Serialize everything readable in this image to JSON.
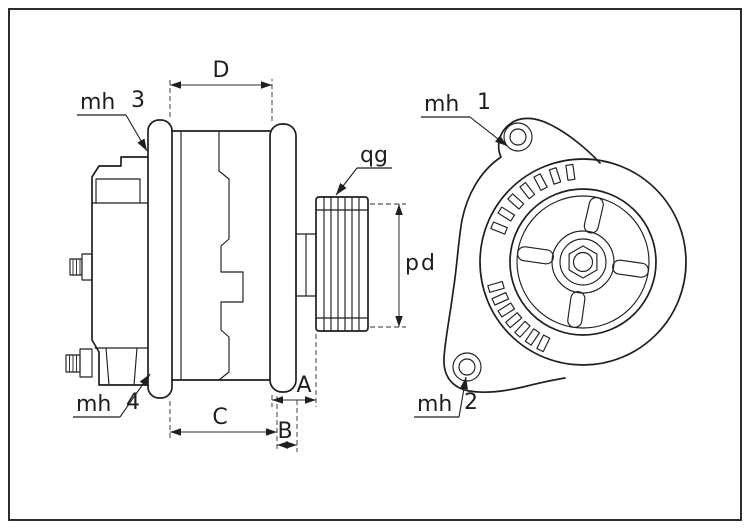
{
  "drawing": {
    "colors": {
      "background": "#ffffff",
      "line": "#1f1f1f",
      "dimension_line": "#2e2e2e"
    }
  },
  "labels": {
    "mh1": {
      "text": "mh",
      "number": "1"
    },
    "mh2": {
      "text": "mh",
      "number": "2"
    },
    "mh3": {
      "text": "mh",
      "number": "3"
    },
    "mh4": {
      "text": "mh",
      "number": "4"
    },
    "qg": "qg",
    "pd": "pd",
    "dims": {
      "D": "D",
      "A": "A",
      "C": "C",
      "B": "B"
    }
  }
}
